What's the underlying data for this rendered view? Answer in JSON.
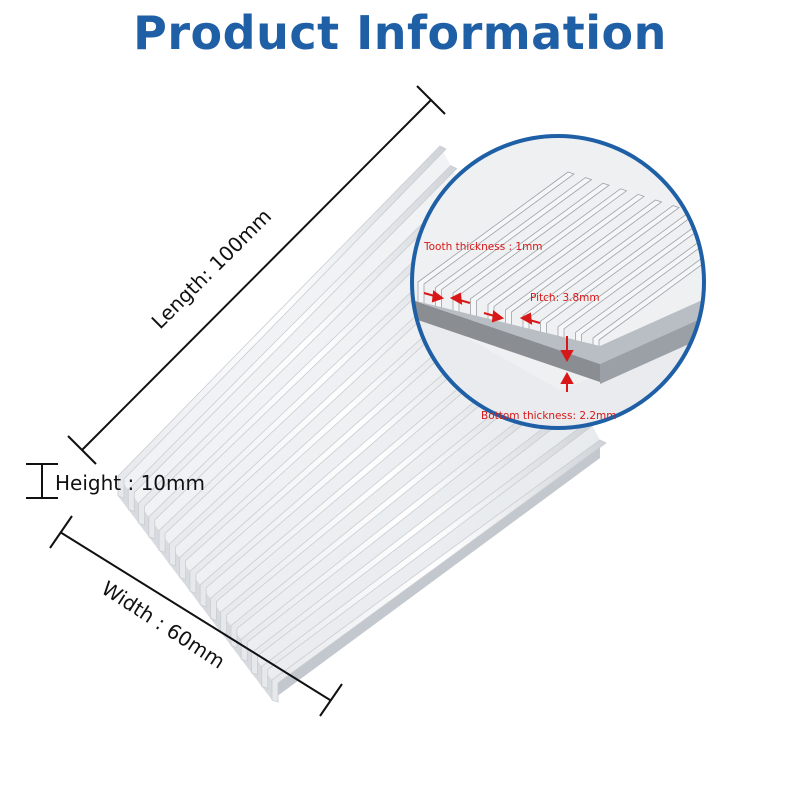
{
  "page": {
    "title": "Product Information"
  },
  "dimensions": {
    "length_label": "Length: 100mm",
    "height_label": "Height : 10mm",
    "width_label": "Width : 60mm"
  },
  "detail": {
    "tooth_thickness_label": "Tooth thickness : 1mm",
    "pitch_label": "Pitch: 3.8mm",
    "bottom_thickness_label": "Bottom thickness: 2.2mm"
  },
  "colors": {
    "title_blue": "#1f5fa6",
    "circle_border": "#1f5fa6",
    "annotation_red": "#d81818",
    "dimension_line": "#111111",
    "aluminum_light": "#f4f5f7",
    "aluminum_shadow": "#c9cdd2"
  }
}
